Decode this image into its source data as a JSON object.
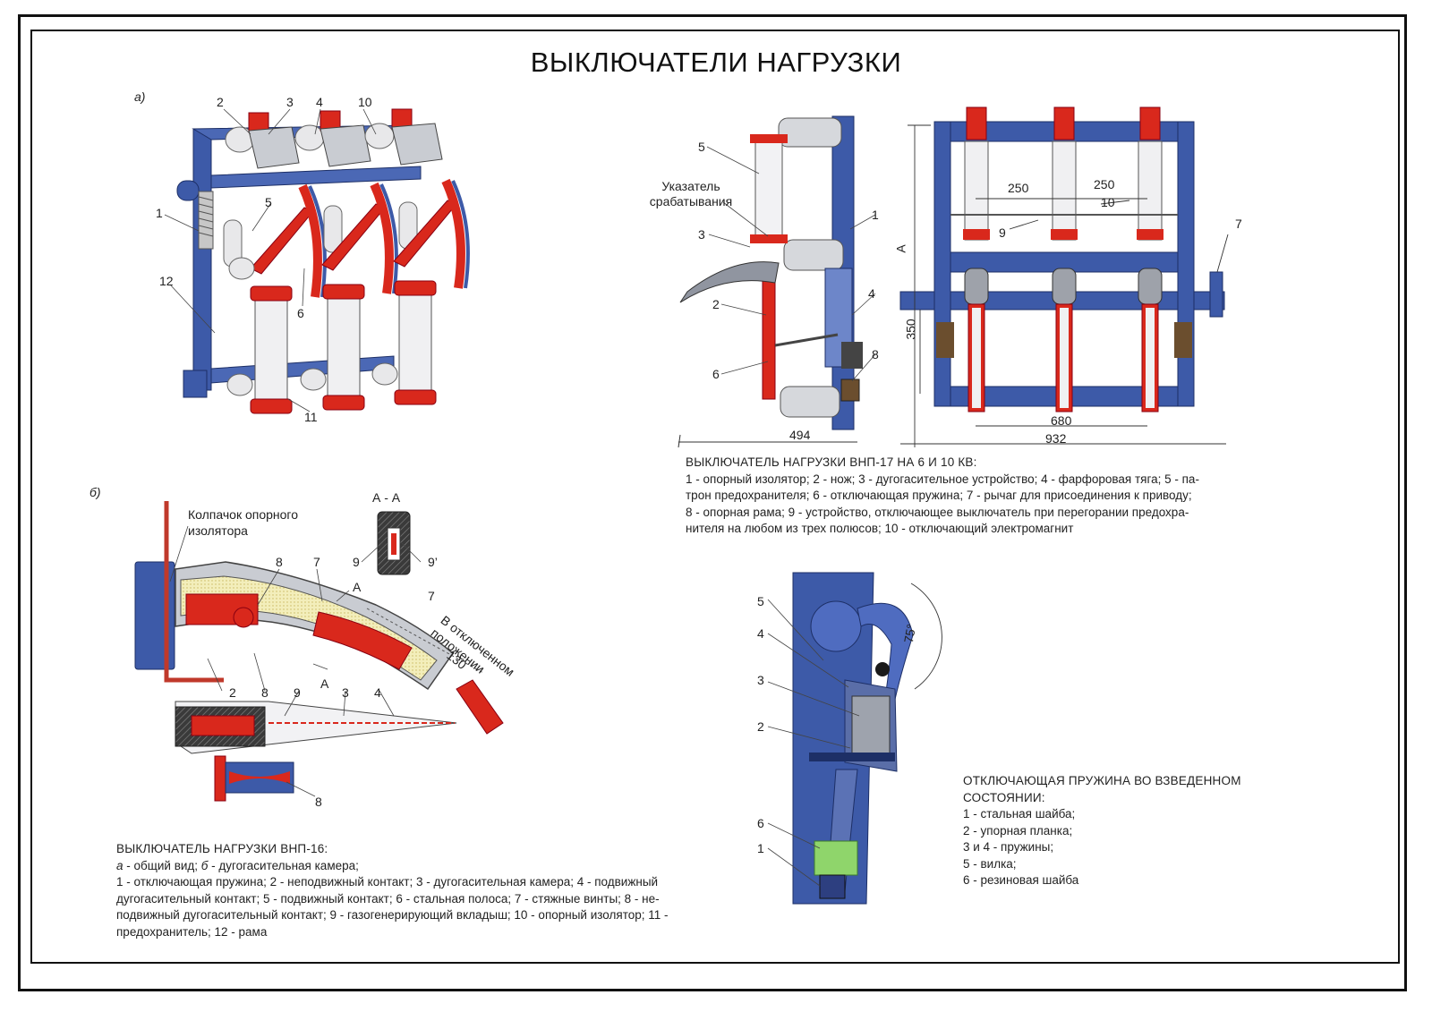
{
  "title": "ВЫКЛЮЧАТЕЛИ НАГРУЗКИ",
  "colors": {
    "blue": "#3d5aa8",
    "red": "#d9281c",
    "grey": "#b9bcc3",
    "yellow": "#f3eebb",
    "green": "#8fd56b"
  },
  "fig_a": {
    "tag": "а)",
    "callouts": [
      "2",
      "3",
      "4",
      "10",
      "1",
      "5",
      "12",
      "6",
      "11"
    ]
  },
  "fig_b": {
    "tag": "б)",
    "cap_label": "Колпачок опорного изолятора",
    "section": "А - А",
    "section_nums": [
      "9",
      "9’"
    ],
    "callouts": [
      "8",
      "7",
      "7",
      "2",
      "8",
      "9",
      "3",
      "4",
      "8"
    ],
    "arrow_a": [
      "А",
      "А"
    ],
    "off_label": "В отключенном положении",
    "dim_130": "130"
  },
  "fig_side": {
    "callouts": [
      "5",
      "3",
      "2",
      "6",
      "1",
      "4",
      "8"
    ],
    "indicator": "Указатель срабатывания",
    "dim_494": "494"
  },
  "fig_front": {
    "dims": {
      "d250a": "250",
      "d250b": "250",
      "dA": "А",
      "d350": "350",
      "d680": "680",
      "d932": "932"
    },
    "callouts": [
      "10",
      "9",
      "7"
    ]
  },
  "fig_spring": {
    "callouts": [
      "5",
      "4",
      "3",
      "2",
      "6",
      "1"
    ],
    "angle": "75°"
  },
  "caption_vnp17": {
    "heading": "ВЫКЛЮЧАТЕЛЬ НАГРУЗКИ ВНП-17 НА 6 И 10 КВ:",
    "lines": [
      "1 - опорный изолятор; 2 - нож; 3 - дугогасительное устройство; 4 - фарфоровая тяга; 5 - па-",
      "трон предохранителя; 6 - отключающая пружина; 7 - рычаг для присоединения к приводу;",
      "8 - опорная рама; 9 - устройство, отключающее выключатель при перегорании предохра-",
      "нителя на любом из трех полюсов; 10 - отключающий электромагнит"
    ]
  },
  "caption_vnp16": {
    "heading": "ВЫКЛЮЧАТЕЛЬ НАГРУЗКИ ВНП-16:",
    "line1_a": "а",
    "line1_a_text": " - общий вид; ",
    "line1_b": "б",
    "line1_b_text": " - дугогасительная камера;",
    "lines": [
      "1 - отключающая пружина; 2 - неподвижный контакт; 3 - дугогасительная камера; 4 - подвижный",
      "дугогасительный контакт; 5 - подвижный контакт; 6 - стальная полоса; 7 - стяжные винты; 8 - не-",
      "подвижный дугогасительный контакт; 9 - газогенерирующий вкладыш; 10 - опорный изолятор; 11 -",
      "предохранитель; 12 - рама"
    ]
  },
  "caption_spring": {
    "heading1": "ОТКЛЮЧАЮЩАЯ ПРУЖИНА ВО ВЗВЕДЕННОМ",
    "heading2": "СОСТОЯНИИ:",
    "lines": [
      "1 - стальная шайба;",
      "2 - упорная планка;",
      "3 и 4 - пружины;",
      "5 - вилка;",
      "6 - резиновая шайба"
    ]
  }
}
